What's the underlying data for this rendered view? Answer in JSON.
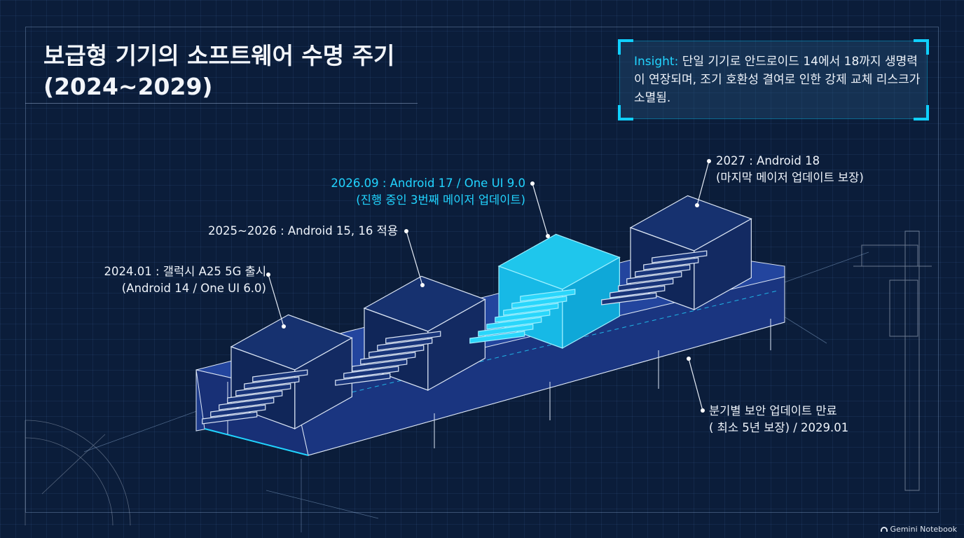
{
  "title": {
    "line1": "보급형 기기의 소프트웨어 수명 주기",
    "line2": "(2024~2029)"
  },
  "insight": {
    "label": "Insight:",
    "text": " 단일 기기로 안드로이드 14에서 18까지 생명력이 연장되며, 조기 호환성 결여로 인한 강제 교체 리스크가 소멸됨."
  },
  "milestones": [
    {
      "line1": "2024.01 : 갤럭시 A25 5G 출시",
      "line2": "(Android 14 / One UI 6.0)"
    },
    {
      "line1": "2025~2026 : Android 15, 16 적용"
    },
    {
      "line1": "2026.09 : Android 17 / One UI 9.0",
      "line2": "(진행 중인 3번째 메이저 업데이트)"
    },
    {
      "line1": "2027 : Android 18",
      "line2": "(마지막 메이저 업데이트 보장)"
    },
    {
      "line1": "분기별 보안 업데이트 만료",
      "line2": "( 최소 5년 보장) / 2029.01"
    }
  ],
  "brand": "Gemini Notebook",
  "colors": {
    "background": "#0b1d3a",
    "accent": "#21d4ff",
    "platform": "#1e3f95",
    "line": "#dce6f5"
  },
  "icons": [
    "stair-block",
    "protractor",
    "caliper",
    "notebook-logo-icon"
  ]
}
